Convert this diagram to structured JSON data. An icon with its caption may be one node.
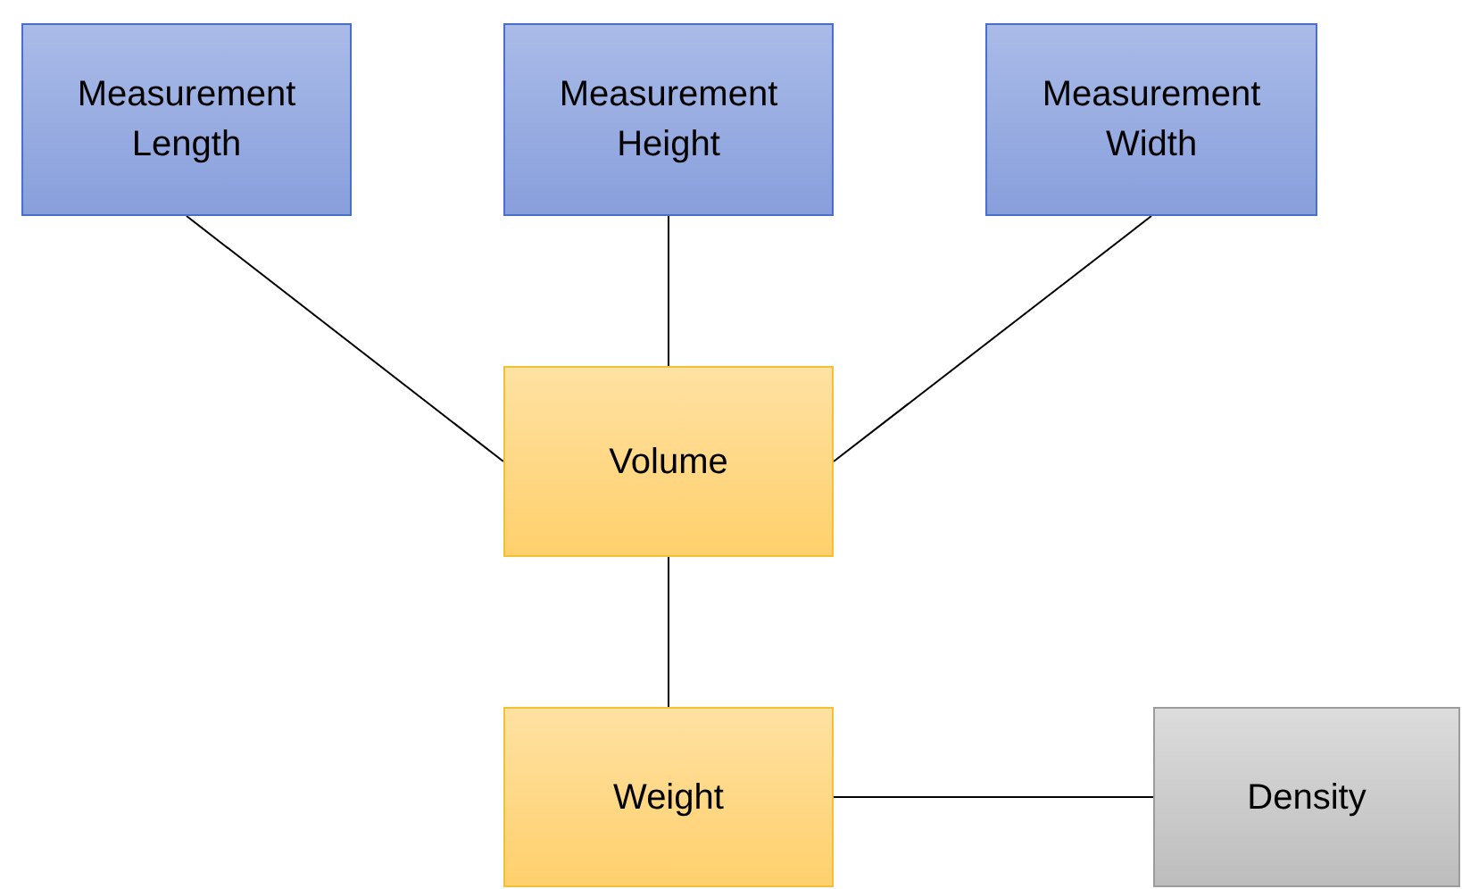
{
  "diagram": {
    "nodes": [
      {
        "text": [
          "Measurement Length"
        ]
      },
      {
        "text": [
          "Measurement Height"
        ]
      },
      {
        "text": [
          "Measurement Width"
        ]
      },
      {
        "text": [
          "Volume"
        ]
      },
      {
        "text": [
          "Weight"
        ]
      },
      {
        "text": [
          "Density"
        ]
      }
    ],
    "edges": [
      {
        "from": 0,
        "to": 3,
        "arrow": "none"
      },
      {
        "from": 1,
        "to": 3,
        "arrow": "none"
      },
      {
        "from": 2,
        "to": 3,
        "arrow": "none"
      },
      {
        "from": 3,
        "to": 4,
        "arrow": "none"
      },
      {
        "from": 4,
        "to": 5,
        "arrow": "none"
      }
    ]
  }
}
